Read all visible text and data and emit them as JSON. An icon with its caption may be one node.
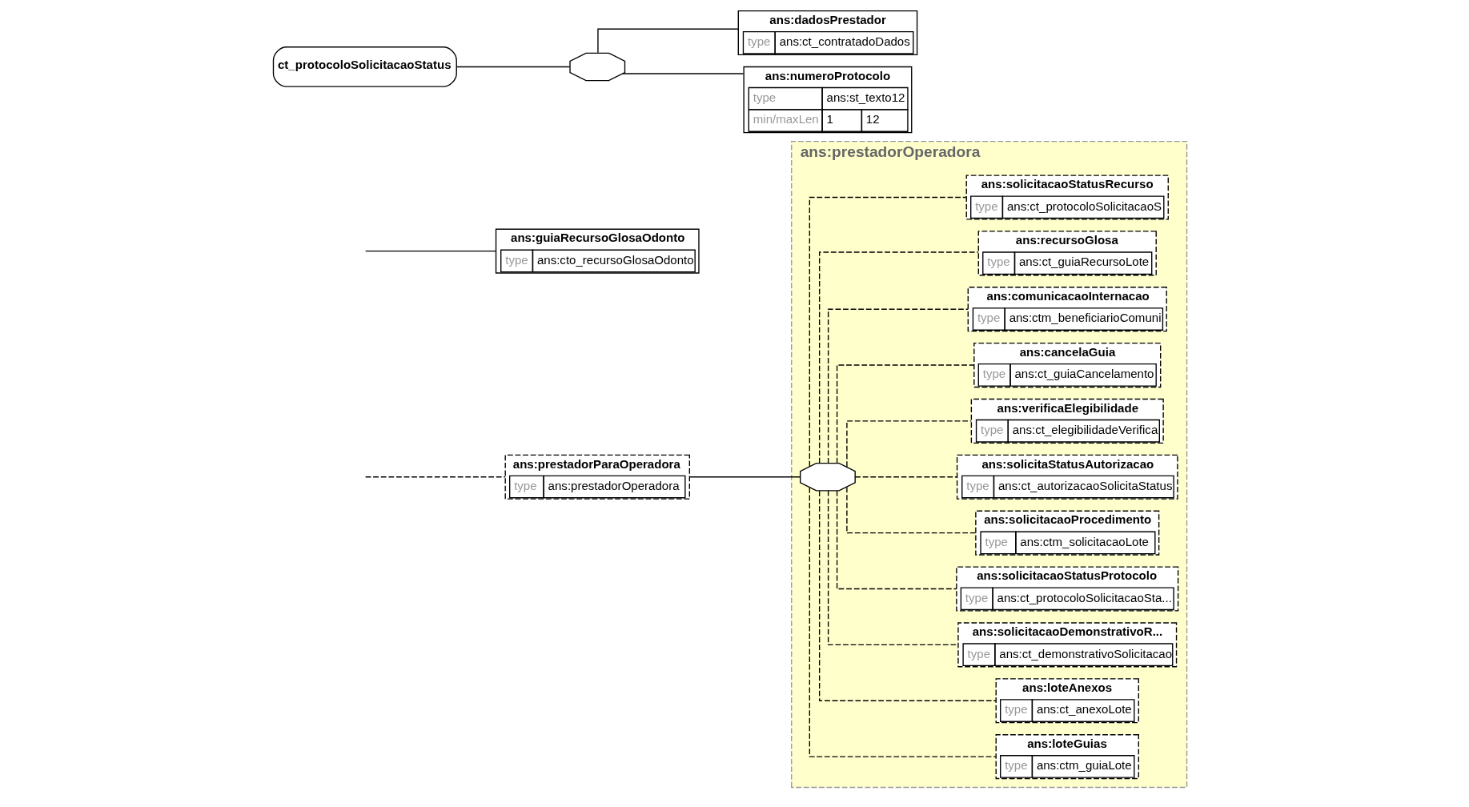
{
  "diagram": {
    "nodes": [
      {
        "text": [
          "ans:prestadorOperadora"
        ]
      },
      {
        "text": [
          "ans:prestadorParaOperadora",
          "type",
          "ans:prestadorOperadora"
        ]
      },
      {
        "text": [],
        "shape": "octagon",
        "in": 0
      },
      {
        "text": [
          "ans:loteGuias",
          "type",
          "ans:ctm_guiaLote"
        ],
        "in": 0
      },
      {
        "text": [
          "ans:loteAnexos",
          "type",
          "ans:ct_anexoLote"
        ],
        "in": 0
      },
      {
        "text": [
          "ans:solicitacaoDemonstrativoR...",
          "type",
          "ans:ct_demonstrativoSolicitacao"
        ],
        "in": 0
      },
      {
        "text": [
          "ans:solicitacaoStatusProtocolo",
          "type",
          "ans:ct_protocoloSolicitacaoSta..."
        ],
        "in": 0
      },
      {
        "text": [
          "ans:solicitacaoProcedimento",
          "type",
          "ans:ctm_solicitacaoLote"
        ],
        "in": 0
      },
      {
        "text": [
          "ans:solicitaStatusAutorizacao",
          "type",
          "ans:ct_autorizacaoSolicitaStatus"
        ],
        "in": 0
      },
      {
        "text": [
          "ans:verificaElegibilidade",
          "type",
          "ans:ct_elegibilidadeVerifica"
        ],
        "in": 0
      },
      {
        "text": [
          "ans:cancelaGuia",
          "type",
          "ans:ct_guiaCancelamento"
        ],
        "in": 0
      },
      {
        "text": [
          "ans:comunicacaoInternacao",
          "type",
          "ans:ctm_beneficiarioComuni"
        ],
        "in": 0
      },
      {
        "text": [
          "ans:recursoGlosa",
          "type",
          "ans:ct_guiaRecursoLote"
        ],
        "in": 0
      },
      {
        "text": [
          "ans:solicitacaoStatusRecurso",
          "type",
          "ans:ct_protocoloSolicitacaoS"
        ],
        "in": 0
      },
      {
        "text": [
          "ans:guiaRecursoGlosaOdonto",
          "type",
          "ans:cto_recursoGlosaOdonto"
        ]
      },
      {
        "text": [
          "ct_protocoloSolicitacaoStatus"
        ]
      },
      {
        "text": [],
        "shape": "octagon"
      },
      {
        "text": [
          "ans:dadosPrestador",
          "type",
          "ans:ct_contratadoDados"
        ]
      },
      {
        "text": [
          "ans:numeroProtocolo",
          "type",
          "ans:st_texto12",
          "min/maxLen",
          "1",
          "12"
        ]
      }
    ],
    "edges": [
      {
        "from": null,
        "to": 1,
        "arrow": "none",
        "style": "dashed"
      },
      {
        "from": 1,
        "to": 2,
        "arrow": "none"
      },
      {
        "from": 2,
        "to": 3,
        "arrow": "none",
        "style": "dashed"
      },
      {
        "from": 2,
        "to": 4,
        "arrow": "none",
        "style": "dashed"
      },
      {
        "from": 2,
        "to": 5,
        "arrow": "none",
        "style": "dashed"
      },
      {
        "from": 2,
        "to": 6,
        "arrow": "none",
        "style": "dashed"
      },
      {
        "from": 2,
        "to": 7,
        "arrow": "none",
        "style": "dashed"
      },
      {
        "from": 2,
        "to": 8,
        "arrow": "none",
        "style": "dashed"
      },
      {
        "from": 2,
        "to": 9,
        "arrow": "none",
        "style": "dashed"
      },
      {
        "from": 2,
        "to": 10,
        "arrow": "none",
        "style": "dashed"
      },
      {
        "from": 2,
        "to": 11,
        "arrow": "none",
        "style": "dashed"
      },
      {
        "from": 2,
        "to": 12,
        "arrow": "none",
        "style": "dashed"
      },
      {
        "from": 2,
        "to": 13,
        "arrow": "none",
        "style": "dashed"
      },
      {
        "from": null,
        "to": 14,
        "arrow": "none"
      },
      {
        "from": 15,
        "to": 16,
        "arrow": "none"
      },
      {
        "from": 16,
        "to": 17,
        "arrow": "none"
      },
      {
        "from": 16,
        "to": 18,
        "arrow": "none"
      }
    ]
  }
}
